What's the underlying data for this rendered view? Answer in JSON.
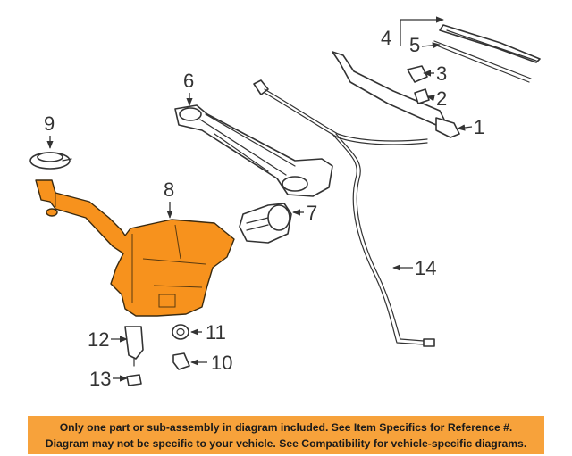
{
  "callouts": {
    "c1": "1",
    "c2": "2",
    "c3": "3",
    "c4": "4",
    "c5": "5",
    "c6": "6",
    "c7": "7",
    "c8": "8",
    "c9": "9",
    "c10": "10",
    "c11": "11",
    "c12": "12",
    "c13": "13",
    "c14": "14"
  },
  "notice": {
    "line1": "Only one part or sub-assembly in diagram included. See Item Specifics for Reference #.",
    "line2": "Diagram may not be specific to your vehicle. See Compatibility for vehicle-specific diagrams."
  },
  "colors": {
    "highlight_part": "#F7921D",
    "notice_background": "#F7A23B",
    "line_art": "#333333"
  }
}
